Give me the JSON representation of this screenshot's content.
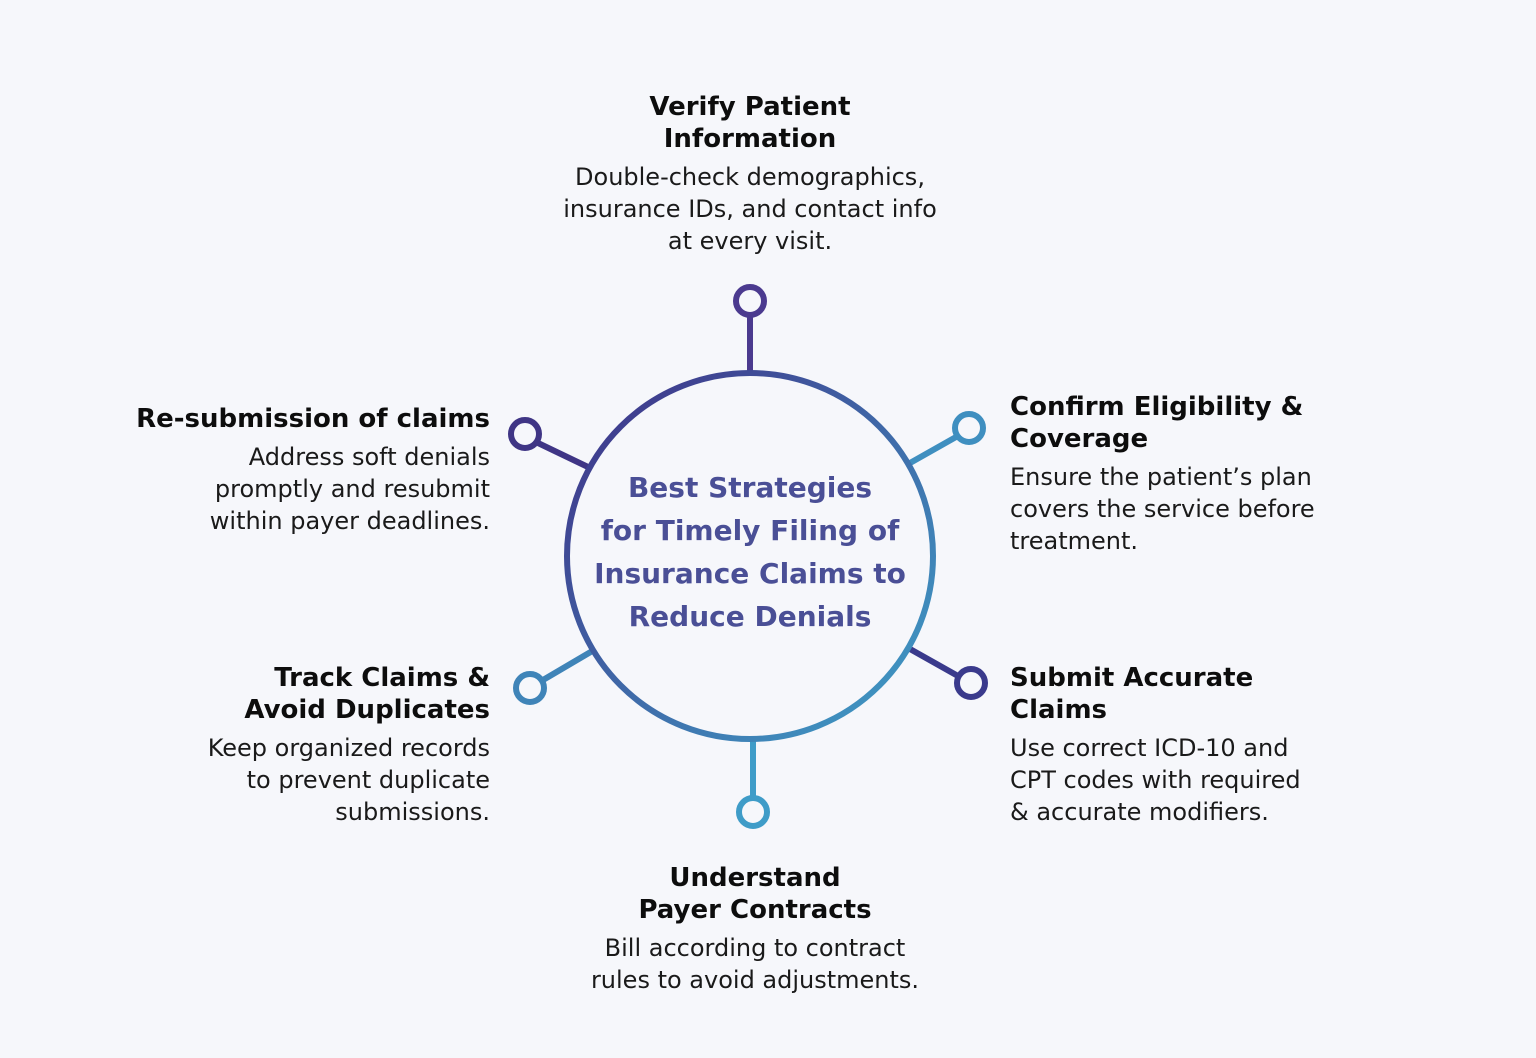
{
  "center": {
    "title_lines": [
      "Best Strategies",
      "for Timely Filing of",
      "Insurance Claims to",
      "Reduce Denials"
    ]
  },
  "colors": {
    "background": "#f6f7fb",
    "gradient_start": "#3f2f86",
    "gradient_end": "#3fa0c8",
    "center_text": "#4a4f96"
  },
  "strategies": [
    {
      "id": "top",
      "title_lines": [
        "Verify Patient",
        "Information"
      ],
      "desc_lines": [
        "Double-check demographics,",
        "insurance IDs, and contact info",
        "at every visit."
      ],
      "node_color": "#4b3a8f"
    },
    {
      "id": "upper-right",
      "title_lines": [
        "Confirm Eligibility &",
        "Coverage"
      ],
      "desc_lines": [
        "Ensure the patient’s plan",
        "covers the service before",
        "treatment."
      ],
      "node_color": "#3f8fc0"
    },
    {
      "id": "lower-right",
      "title_lines": [
        "Submit Accurate",
        "Claims"
      ],
      "desc_lines": [
        "Use correct ICD-10 and",
        "CPT codes with required",
        "& accurate modifiers."
      ],
      "node_color": "#3a3a8c"
    },
    {
      "id": "bottom",
      "title_lines": [
        "Understand",
        "Payer Contracts"
      ],
      "desc_lines": [
        "Bill according to contract",
        "rules to avoid adjustments."
      ],
      "node_color": "#3f9cc8"
    },
    {
      "id": "lower-left",
      "title_lines": [
        "Track Claims &",
        "Avoid Duplicates"
      ],
      "desc_lines": [
        "Keep organized records",
        "to prevent duplicate",
        "submissions."
      ],
      "node_color": "#3f84b8"
    },
    {
      "id": "upper-left",
      "title_lines": [
        "Re-submission of claims"
      ],
      "desc_lines": [
        "Address soft denials",
        "promptly and resubmit",
        "within payer deadlines."
      ],
      "node_color": "#3f3585"
    }
  ]
}
